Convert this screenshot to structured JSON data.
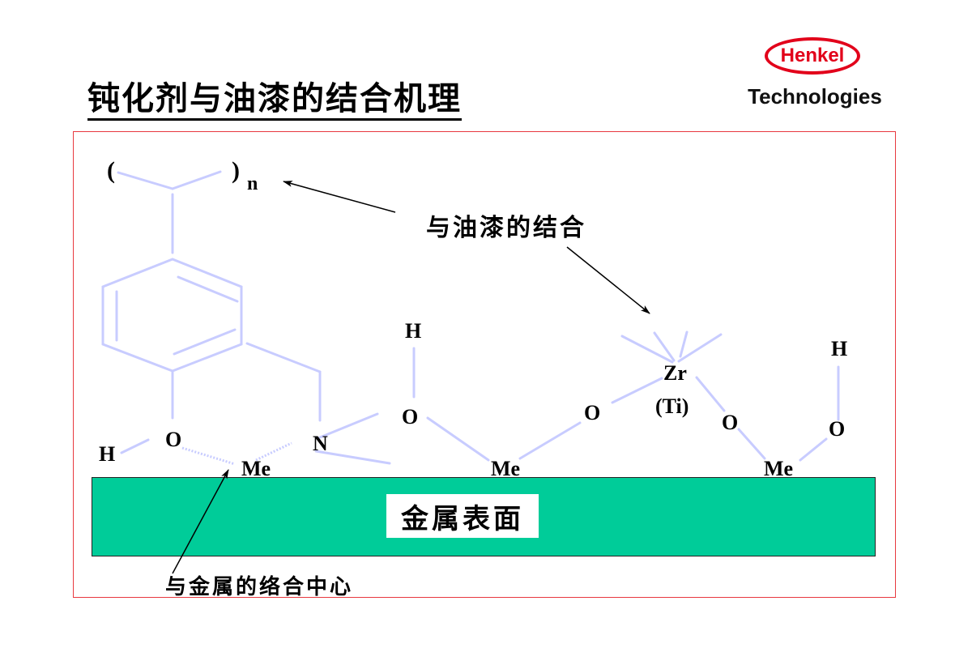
{
  "slide": {
    "title": "钝化剂与油漆的结合机理"
  },
  "logo": {
    "brand": "Henkel",
    "subtitle": "Technologies",
    "brand_color": "#e2001a"
  },
  "diagram": {
    "bond_color": "#c8ccff",
    "surface_color": "#00cc99",
    "frame_color": "#e8393f",
    "polymer": {
      "open_paren": "(",
      "close_paren": ")",
      "repeat_subscript": "n"
    },
    "atoms": {
      "phenol_h": "H",
      "phenol_o": "O",
      "me1": "Me",
      "n": "N",
      "oh1_h": "H",
      "oh1_o": "O",
      "me2": "Me",
      "o_zr_left": "O",
      "zr": "Zr",
      "ti": "(Ti)",
      "o_zr_right": "O",
      "oh2_h": "H",
      "oh2_o": "O",
      "me3": "Me"
    },
    "surface_label": "金属表面",
    "callouts": {
      "paint_bonding": "与油漆的结合",
      "metal_complex_center": "与金属的络合中心"
    }
  }
}
